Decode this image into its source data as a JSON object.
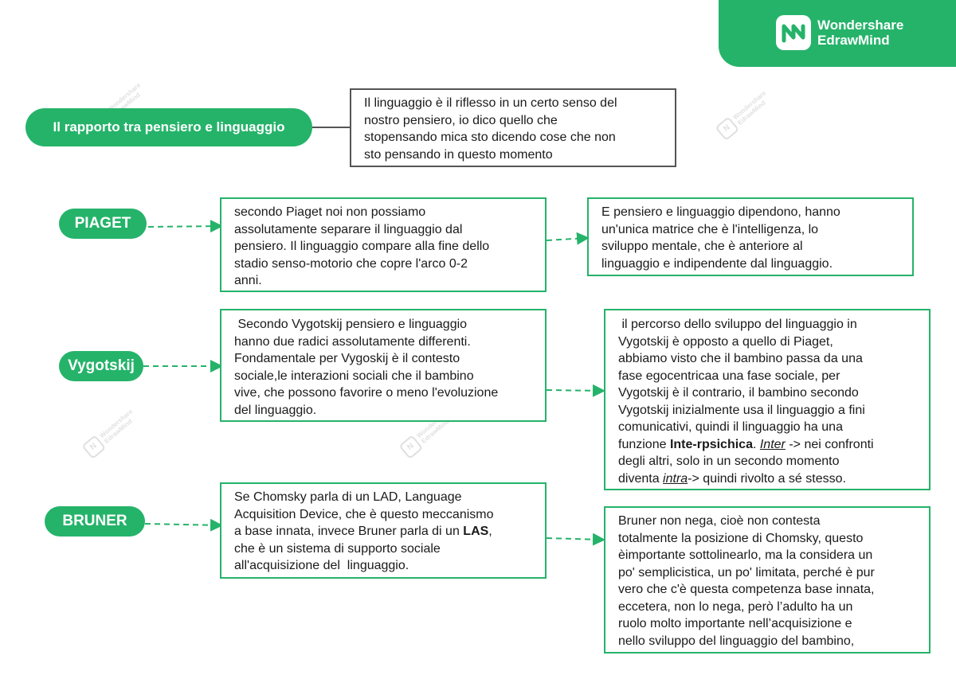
{
  "brand": {
    "line1": "Wondershare",
    "line2": "EdrawMind"
  },
  "watermark": {
    "line1": "Wondershare",
    "line2": "EdrawMind"
  },
  "main": {
    "topic": "Il rapporto tra pensiero e linguaggio",
    "note": "Il linguaggio è il riflesso in un certo senso del\nnostro pensiero, io dico quello che\nstopensando mica sto dicendo cose che non\nsto pensando in questo momento"
  },
  "piaget": {
    "label": "PIAGET",
    "box1": "secondo Piaget noi non possiamo\nassolutamente separare il linguaggio dal\npensiero. Il linguaggio compare alla fine dello\nstadio senso-motorio che copre l'arco 0-2\nanni.",
    "box2": "E pensiero e linguaggio dipendono, hanno\nun'unica matrice che è l'intelligenza, lo\nsviluppo mentale, che è anteriore al\nlinguaggio e indipendente dal linguaggio."
  },
  "vygotskij": {
    "label": "Vygotskij",
    "box1": " Secondo Vygotskij pensiero e linguaggio\nhanno due radici assolutamente differenti.\nFondamentale per Vygoskij è il contesto\nsociale,le interazioni sociali che il bambino\nvive, che possono favorire o meno l'evoluzione\ndel linguaggio.",
    "box2_intro": " il percorso dello sviluppo del linguaggio in\nVygotskij è opposto a quello di Piaget,\nabbiamo visto che il bambino passa da una\nfase egocentricaa una fase sociale, per\nVygotskij è il contrario, il bambino secondo\nVygotskij inizialmente usa il linguaggio a fini\ncomunicativi, quindi il linguaggio ha una\nfunzione ",
    "box2_bold": "Inte-rpsichica",
    "box2_after_bold": ". ",
    "box2_inter": "Inter",
    "box2_mid": " -> nei confronti\ndegli altri, solo in un secondo momento\ndiventa ",
    "box2_intra": "intra",
    "box2_end": "-> quindi rivolto a sé stesso."
  },
  "bruner": {
    "label": "BRUNER",
    "box1_start": "Se Chomsky parla di un LAD, Language\nAcquisition Device, che è questo meccanismo\na base innata, invece Bruner parla di un ",
    "box1_bold": "LAS",
    "box1_end": ",\nche è un sistema di supporto sociale\nall'acquisizione del  linguaggio.",
    "box2": "Bruner non nega, cioè non contesta\ntotalmente la posizione di Chomsky, questo\nèimportante sottolinearlo, ma la considera un\npo' semplicistica, un po' limitata, perché è pur\nvero che c'è questa competenza base innata,\neccetera, non lo nega, però l’adulto ha un\nruolo molto importante nell’acquisizione e\nnello sviluppo del linguaggio del bambino,"
  },
  "colors": {
    "accent": "#25b36a",
    "border_gray": "#555555",
    "text": "#1a1a1a"
  }
}
